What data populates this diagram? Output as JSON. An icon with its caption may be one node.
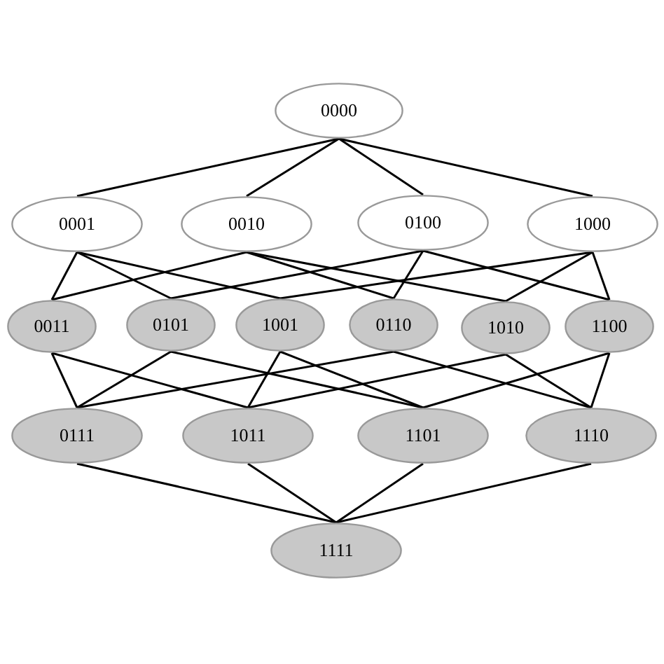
{
  "diagram": {
    "nodes": [
      {
        "text": [
          "0000"
        ]
      },
      {
        "text": [
          "0001"
        ]
      },
      {
        "text": [
          "0010"
        ]
      },
      {
        "text": [
          "0100"
        ]
      },
      {
        "text": [
          "1000"
        ]
      },
      {
        "text": [
          "0011"
        ]
      },
      {
        "text": [
          "0101"
        ]
      },
      {
        "text": [
          "1001"
        ]
      },
      {
        "text": [
          "0110"
        ]
      },
      {
        "text": [
          "1010"
        ]
      },
      {
        "text": [
          "1100"
        ]
      },
      {
        "text": [
          "0111"
        ]
      },
      {
        "text": [
          "1011"
        ]
      },
      {
        "text": [
          "1101"
        ]
      },
      {
        "text": [
          "1110"
        ]
      },
      {
        "text": [
          "1111"
        ]
      }
    ],
    "edges": [
      {
        "from": 0,
        "to": 1,
        "arrow": "none"
      },
      {
        "from": 0,
        "to": 2,
        "arrow": "none"
      },
      {
        "from": 0,
        "to": 3,
        "arrow": "none"
      },
      {
        "from": 0,
        "to": 4,
        "arrow": "none"
      },
      {
        "from": 1,
        "to": 5,
        "arrow": "none"
      },
      {
        "from": 1,
        "to": 6,
        "arrow": "none"
      },
      {
        "from": 1,
        "to": 7,
        "arrow": "none"
      },
      {
        "from": 2,
        "to": 5,
        "arrow": "none"
      },
      {
        "from": 2,
        "to": 8,
        "arrow": "none"
      },
      {
        "from": 2,
        "to": 9,
        "arrow": "none"
      },
      {
        "from": 3,
        "to": 6,
        "arrow": "none"
      },
      {
        "from": 3,
        "to": 8,
        "arrow": "none"
      },
      {
        "from": 3,
        "to": 10,
        "arrow": "none"
      },
      {
        "from": 4,
        "to": 7,
        "arrow": "none"
      },
      {
        "from": 4,
        "to": 9,
        "arrow": "none"
      },
      {
        "from": 4,
        "to": 10,
        "arrow": "none"
      },
      {
        "from": 5,
        "to": 11,
        "arrow": "none"
      },
      {
        "from": 5,
        "to": 12,
        "arrow": "none"
      },
      {
        "from": 6,
        "to": 11,
        "arrow": "none"
      },
      {
        "from": 6,
        "to": 13,
        "arrow": "none"
      },
      {
        "from": 7,
        "to": 12,
        "arrow": "none"
      },
      {
        "from": 7,
        "to": 13,
        "arrow": "none"
      },
      {
        "from": 8,
        "to": 11,
        "arrow": "none"
      },
      {
        "from": 8,
        "to": 14,
        "arrow": "none"
      },
      {
        "from": 9,
        "to": 12,
        "arrow": "none"
      },
      {
        "from": 9,
        "to": 14,
        "arrow": "none"
      },
      {
        "from": 10,
        "to": 13,
        "arrow": "none"
      },
      {
        "from": 10,
        "to": 14,
        "arrow": "none"
      },
      {
        "from": 11,
        "to": 15,
        "arrow": "none"
      },
      {
        "from": 12,
        "to": 15,
        "arrow": "none"
      },
      {
        "from": 13,
        "to": 15,
        "arrow": "none"
      },
      {
        "from": 14,
        "to": 15,
        "arrow": "none"
      }
    ]
  }
}
